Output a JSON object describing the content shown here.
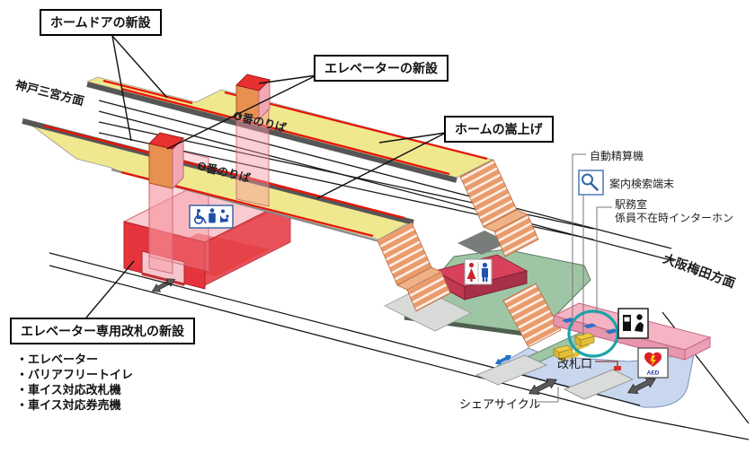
{
  "callouts": {
    "platform_doors": "ホームドアの新設",
    "elevator_new": "エレベーターの新設",
    "platform_raise": "ホームの嵩上げ",
    "elevator_gate": "エレベーター専用改札の新設"
  },
  "directions": {
    "kobe": "神戸三宮方面",
    "osaka": "大阪梅田方面"
  },
  "platform_labels": {
    "p1": "❶番のりば",
    "p2": "❷番のりば"
  },
  "equipment": {
    "fare_machine": "自動精算機",
    "info_terminal": "案内検索端末",
    "office": "駅務室",
    "intercom": "係員不在時インターホン",
    "gate": "改札口",
    "share_cycle": "シェアサイクル"
  },
  "gate_features": [
    "・エレベーター",
    "・バリアフリートイレ",
    "・車イス対応改札機",
    "・車イス対応券売機"
  ],
  "aed_label": "AED",
  "colors": {
    "platform": "#EFE88F",
    "door_line": "#E81508",
    "stair": "#EA9B6C",
    "mezzanine": "#9FC6A4",
    "concourse": "#C8D7EE",
    "office_pink": "#F4B4C4",
    "highlight_teal": "#1BA3AB",
    "building_red": "#E5343B"
  }
}
